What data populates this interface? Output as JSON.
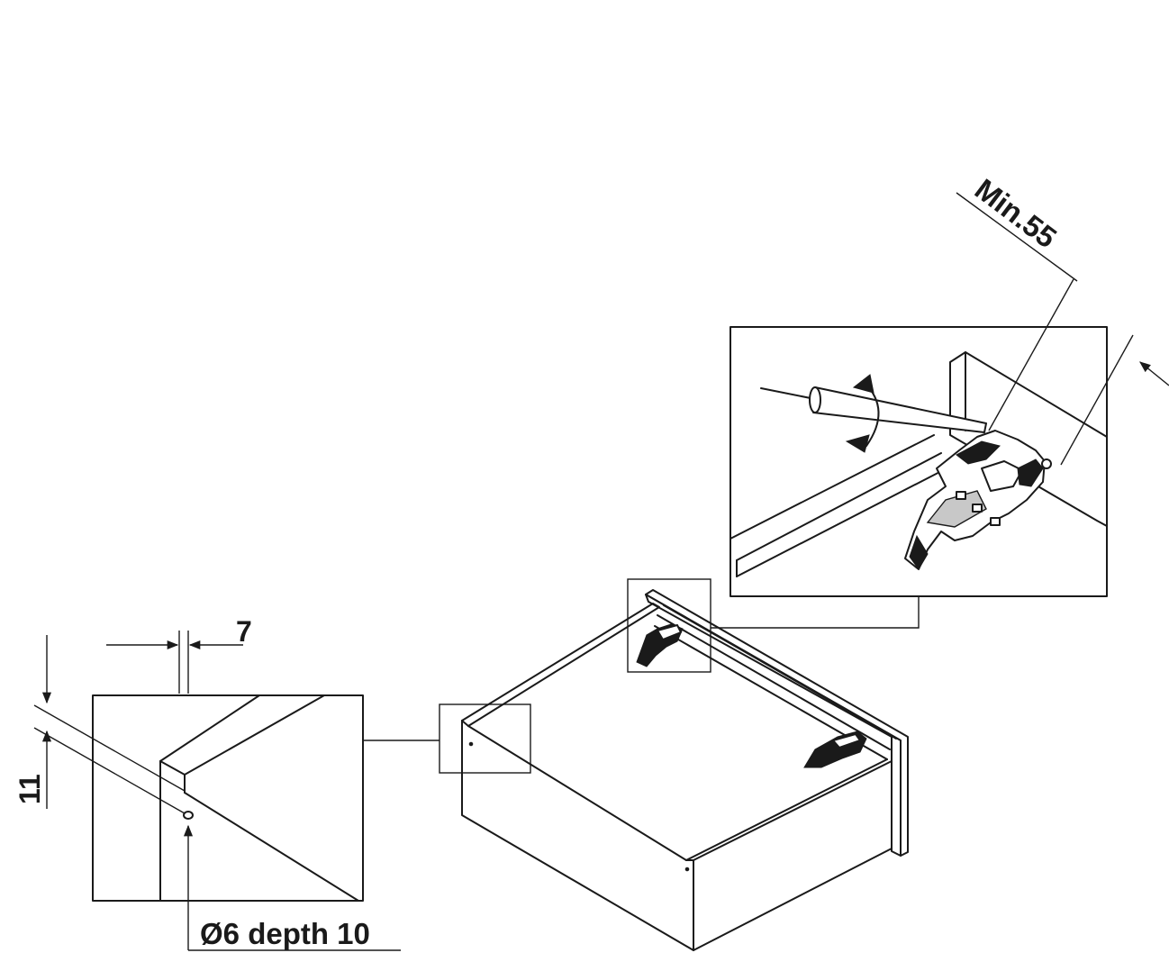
{
  "dimensions": {
    "side_offset": "7",
    "hole_height": "11",
    "hole_spec": "Ø6 depth 10",
    "min_clearance": "Min.55"
  },
  "icons": {
    "rotation": "rotate-arrow-icon",
    "screwdriver": "screwdriver-icon",
    "clip": "drawer-clip-icon"
  }
}
